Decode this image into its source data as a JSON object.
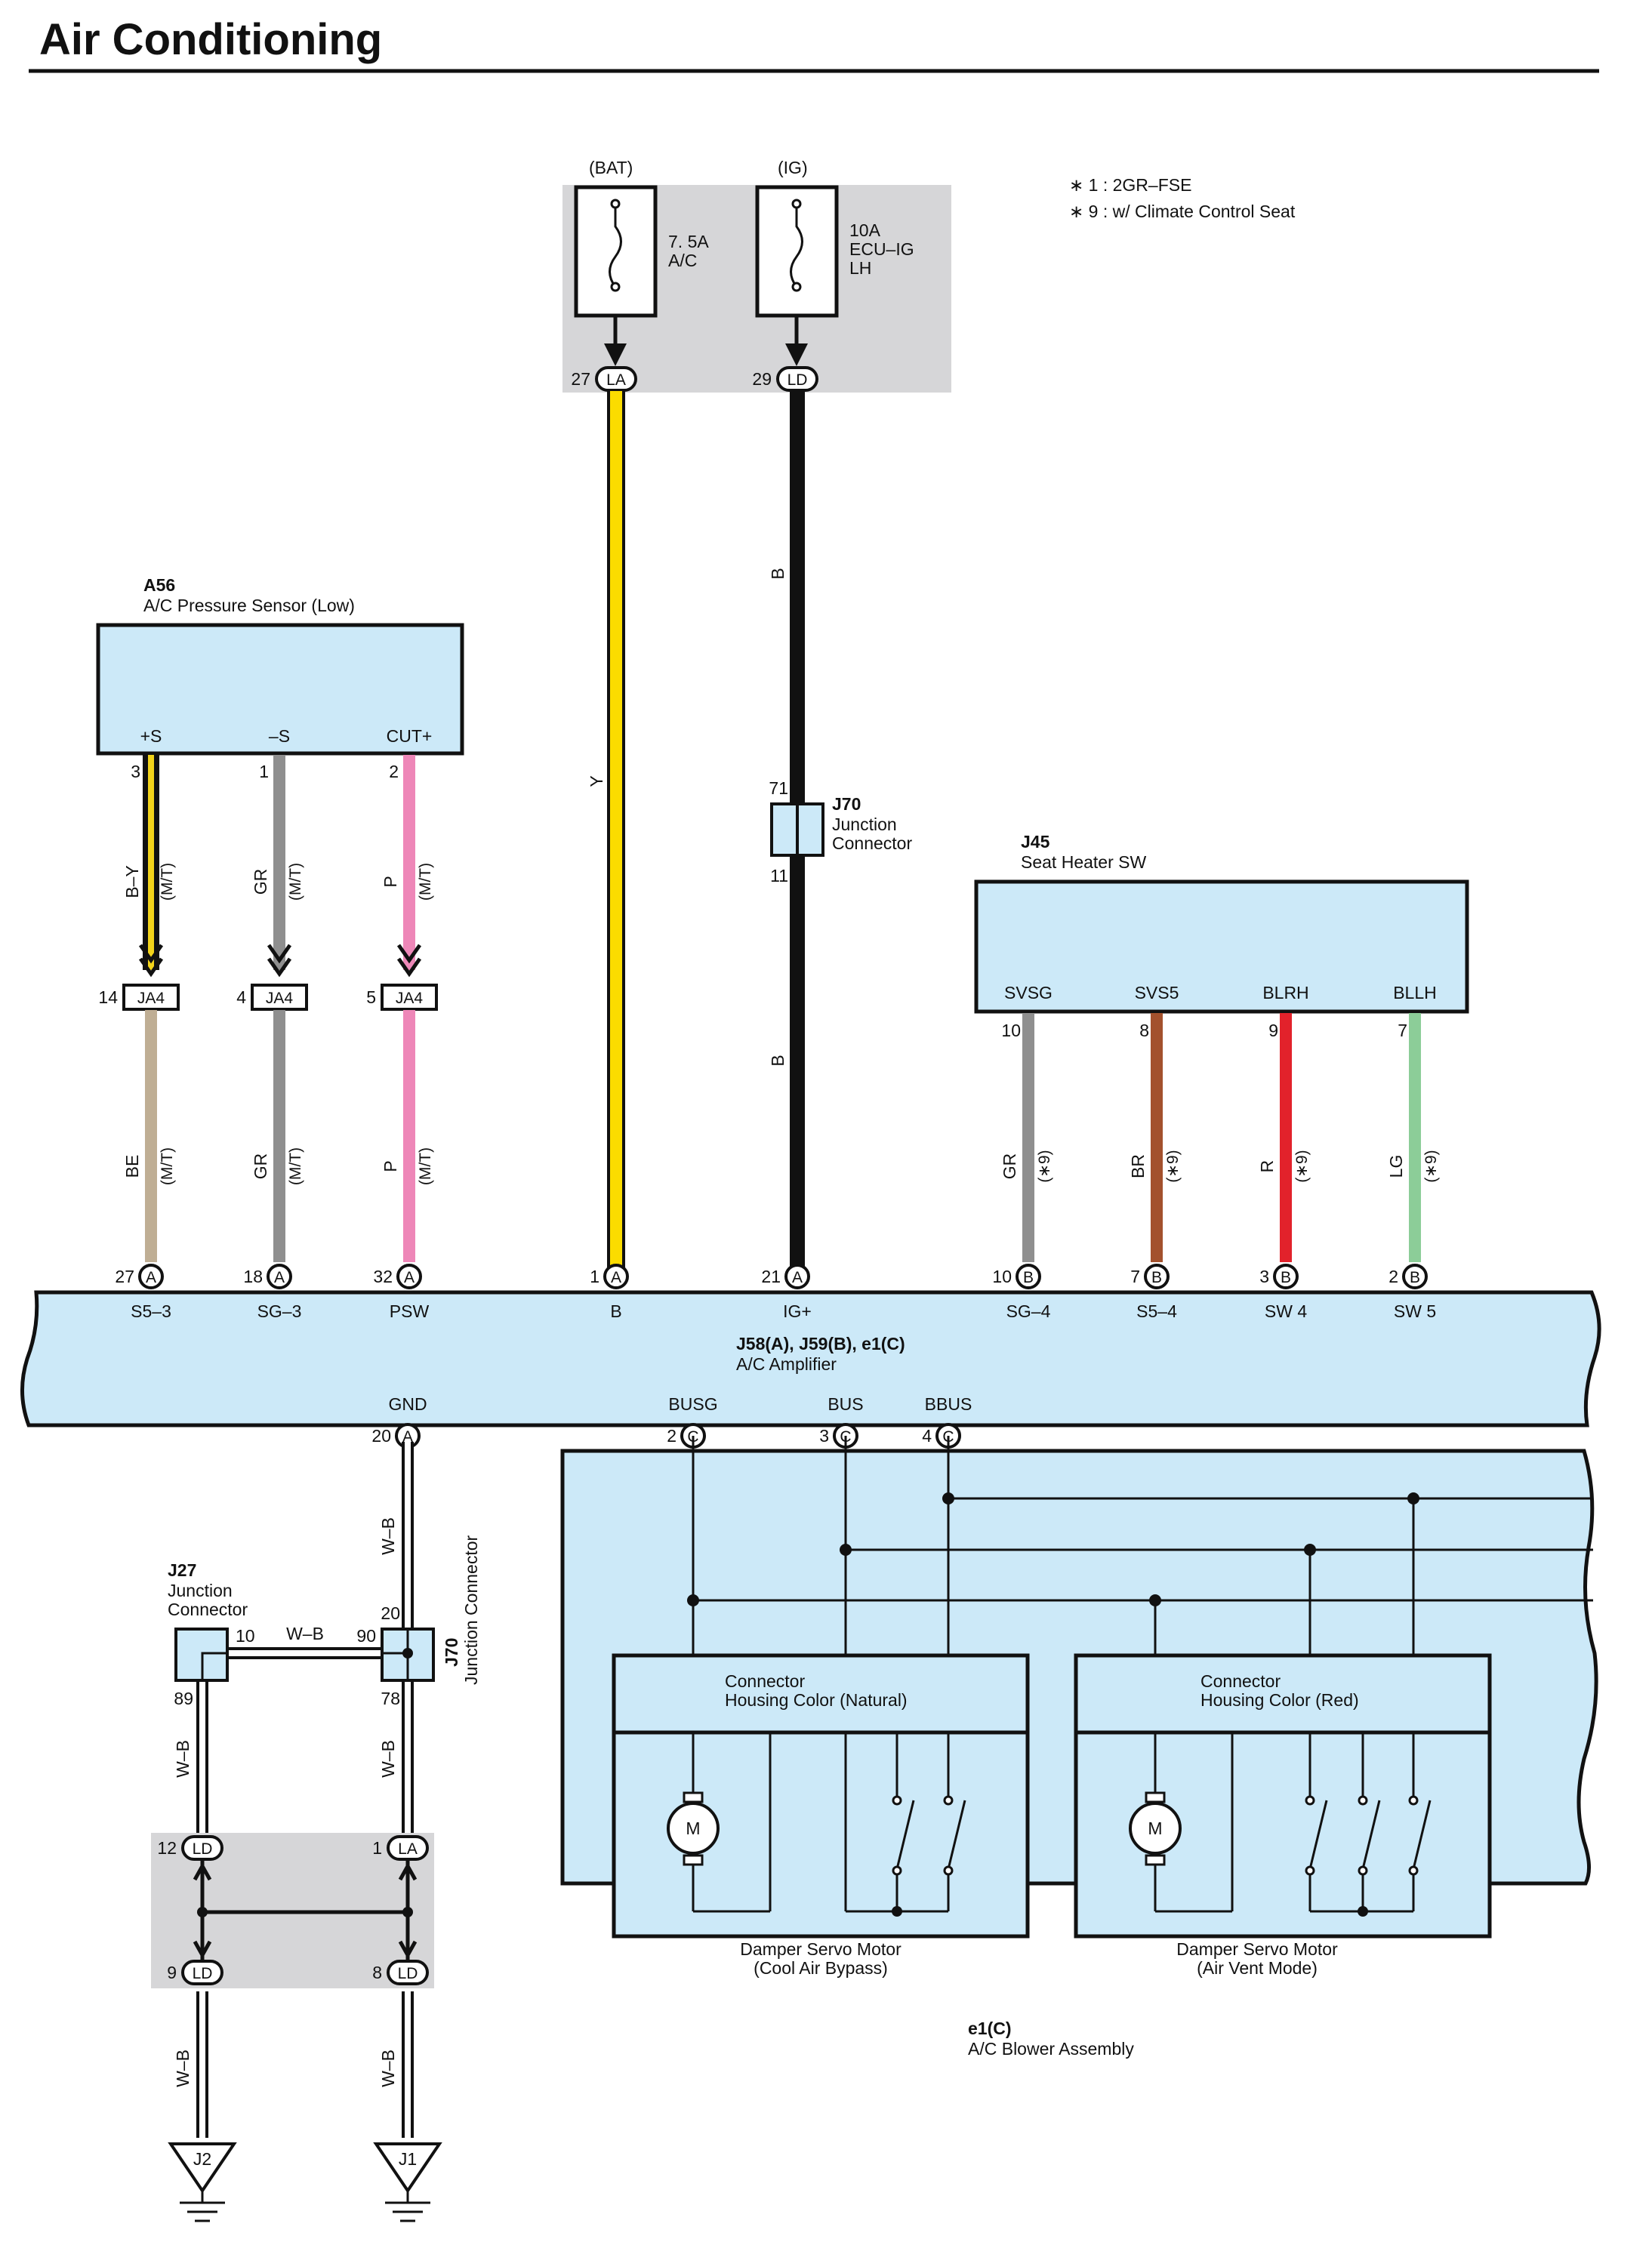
{
  "page": {
    "title": "Air Conditioning"
  },
  "notes": [
    "∗ 1 : 2GR–FSE",
    "∗ 9 : w/ Climate Control Seat"
  ],
  "fuses": [
    {
      "source": "(BAT)",
      "rating": [
        "7. 5A",
        "A/C"
      ],
      "pin": "27",
      "conn": "LA"
    },
    {
      "source": "(IG)",
      "rating": [
        "10A",
        "ECU–IG",
        "LH"
      ],
      "pin": "29",
      "conn": "LD"
    }
  ],
  "components": {
    "a56": {
      "code": "A56",
      "name": "A/C Pressure Sensor (Low)",
      "terminals": [
        "+S",
        "–S",
        "CUT+"
      ],
      "pins": [
        "3",
        "1",
        "2"
      ]
    },
    "j70_top": {
      "code": "J70",
      "name": [
        "Junction",
        "Connector"
      ],
      "pin_in": "71",
      "pin_out": "11"
    },
    "j45": {
      "code": "J45",
      "name": "Seat Heater SW",
      "terminals": [
        "SVSG",
        "SVS5",
        "BLRH",
        "BLLH"
      ],
      "pins": [
        "10",
        "8",
        "9",
        "7"
      ]
    },
    "amp": {
      "code": "J58(A), J59(B), e1(C)",
      "name": "A/C Amplifier",
      "top_terms": [
        "S5–3",
        "SG–3",
        "PSW",
        "B",
        "IG+",
        "SG–4",
        "S5–4",
        "SW 4",
        "SW 5"
      ],
      "top_pins": [
        "27",
        "18",
        "32",
        "1",
        "21",
        "10",
        "7",
        "3",
        "2"
      ],
      "top_conn": [
        "A",
        "A",
        "A",
        "A",
        "A",
        "B",
        "B",
        "B",
        "B"
      ],
      "bottom_terms": [
        "GND",
        "BUSG",
        "BUS",
        "BBUS"
      ],
      "bottom_pins": [
        "20",
        "2",
        "3",
        "4"
      ],
      "bottom_conn": [
        "A",
        "C",
        "C",
        "C"
      ]
    },
    "blower": {
      "code": "e1(C)",
      "name": "A/C Blower Assembly",
      "servo1_header": [
        "Connector",
        "Housing Color (Natural)"
      ],
      "servo1_name": [
        "Damper Servo Motor",
        "(Cool Air Bypass)"
      ],
      "servo2_header": [
        "Connector",
        "Housing Color (Red)"
      ],
      "servo2_name": [
        "Damper Servo Motor",
        "(Air Vent Mode)"
      ],
      "motor": "M"
    },
    "j27": {
      "code": "J27",
      "name": [
        "Junction",
        "Connector"
      ],
      "pin_right": "10",
      "pin_bottom": "89"
    },
    "j70_bot": {
      "code": "J70",
      "name": "Junction Connector",
      "pin_top": "20",
      "pin_left": "90",
      "pin_bottom": "78"
    },
    "ja4": {
      "conn": "JA4",
      "pins": [
        "14",
        "4",
        "5"
      ]
    },
    "splice": {
      "top_pins": [
        "12",
        "1"
      ],
      "top_conn": [
        "LD",
        "LA"
      ],
      "bottom_pins": [
        "9",
        "8"
      ],
      "bottom_conn": [
        "LD",
        "LD"
      ]
    },
    "grounds": [
      "J2",
      "J1"
    ]
  },
  "wires": {
    "a56_upper": [
      "B–Y",
      "GR",
      "P"
    ],
    "a56_lower": [
      "BE",
      "GR",
      "P"
    ],
    "mt": "(M/T)",
    "y": "Y",
    "b": "B",
    "j45": [
      "GR",
      "BR",
      "R",
      "LG"
    ],
    "opt9": "(∗9)",
    "wb": "W–B"
  },
  "colors": {
    "component_fill": "#cce9f8",
    "fuse_box": "#d6d6d8",
    "Y": "#fbdc00",
    "B": "#111111",
    "B-Y-yellow": "#f2d31a",
    "GR": "#8f8f8f",
    "P": "#ee87b8",
    "BE": "#bfae94",
    "BR": "#a3512d",
    "R": "#e2222b",
    "LG": "#8ccd98",
    "W-B": "#ffffff"
  }
}
